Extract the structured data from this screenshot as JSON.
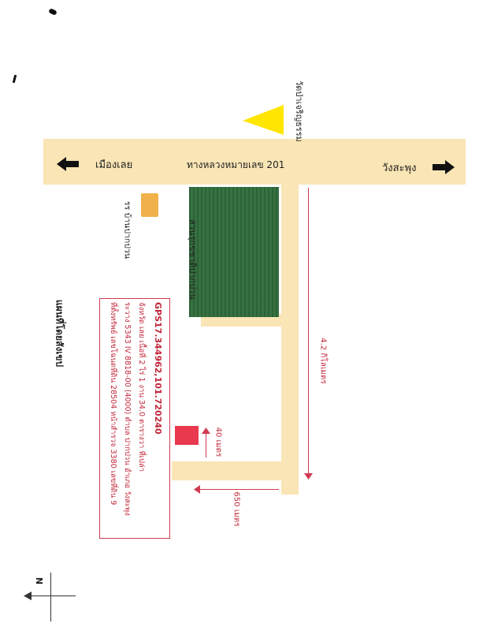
{
  "title": "แผนที่โดยสังเขป",
  "roads": {
    "highway_label": "ทางหลวงหมายเลข 201",
    "left_destination": "เมืองเลย",
    "right_destination": "วังสะพุง"
  },
  "places": {
    "temple": "วัดป่าเจริญธรรม",
    "school": "รร บ้านปากปวน",
    "orchard": "สวนรุกขชาติปากปวน"
  },
  "distances": {
    "main_road": "4.2 กิโลเมตร",
    "side_road": "650 เมตร",
    "to_property": "40 เมตร"
  },
  "property_info": {
    "line1": "ที่ตั้งทรัพย์ เลขโฉนดที่ดิน 28504 หน้าสำรวจ 3380 เลขที่ดิน 9",
    "line2": "ระวาง 5343 IV 8818-00 (4000) ตำบล ปากปวน อำเภอ วังสะพุง",
    "line3": "จังหวัด เลย เนื้อที่ 2 ไร่ 1 งาน 34.0 ตารางวา ที่เปล่า",
    "line4": "GPS17.344962,101.720240"
  },
  "compass": {
    "north_label": "N"
  },
  "colors": {
    "road": "#f9e5b5",
    "forest": "#2f6b3a",
    "school": "#f1b14a",
    "property": "#e8394f",
    "temple": "#ffe600",
    "red_text": "#c2273a"
  },
  "icons": [
    "arrow-left-icon",
    "arrow-right-icon",
    "temple-triangle-icon",
    "compass-icon"
  ]
}
